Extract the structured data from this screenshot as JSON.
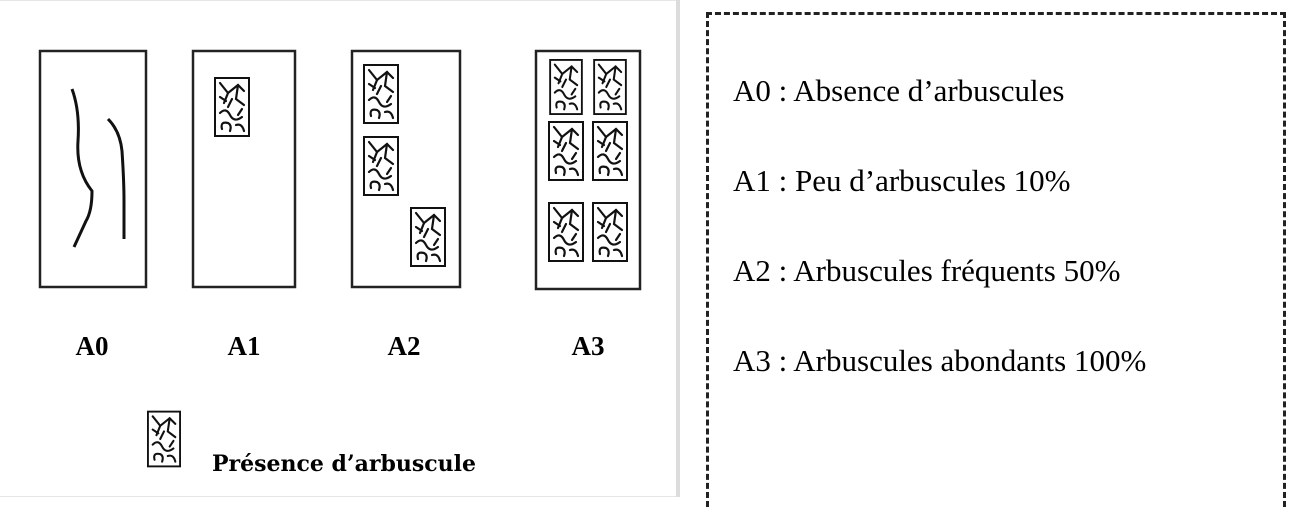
{
  "stages": [
    {
      "label": "A0"
    },
    {
      "label": "A1"
    },
    {
      "label": "A2"
    },
    {
      "label": "A3"
    }
  ],
  "legend": {
    "icon": "arbuscule-icon",
    "caption": "Présence d’arbuscule"
  },
  "definitions": [
    "A0 : Absence d’arbuscules",
    "A1 : Peu d’arbuscules 10%",
    "A2 : Arbuscules fréquents 50%",
    "A3 : Arbuscules abondants 100%"
  ]
}
